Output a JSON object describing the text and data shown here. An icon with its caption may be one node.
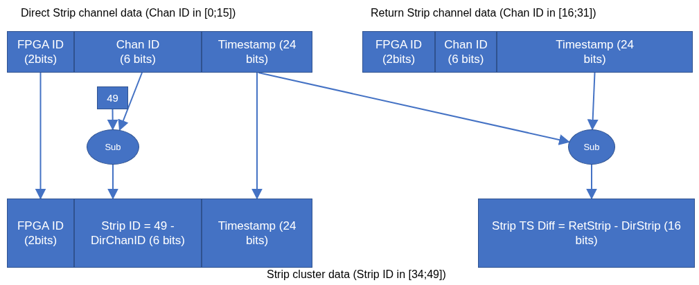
{
  "diagram": {
    "nodes": [
      {
        "text": [
          "FPGA ID (2bits)"
        ]
      },
      {
        "text": [
          "Chan ID (6 bits)"
        ]
      },
      {
        "text": [
          "Timestamp (24 bits)"
        ]
      },
      {
        "text": [
          "FPGA ID (2bits)"
        ]
      },
      {
        "text": [
          "Chan ID (6 bits)"
        ]
      },
      {
        "text": [
          "Timestamp (24 bits)"
        ]
      },
      {
        "text": [
          "49"
        ]
      },
      {
        "text": [
          "Sub"
        ]
      },
      {
        "text": [
          "Sub"
        ]
      },
      {
        "text": [
          "FPGA ID (2bits)"
        ]
      },
      {
        "text": [
          "Strip ID = 49 - DirChanID (6 bits)"
        ]
      },
      {
        "text": [
          "Timestamp (24 bits)"
        ]
      },
      {
        "text": [
          "Strip TS Diff = RetStrip - DirStrip (16 bits)"
        ]
      }
    ],
    "edges": [
      {
        "from": 0,
        "to": 9,
        "arrow": "to"
      },
      {
        "from": 6,
        "to": 7,
        "arrow": "to"
      },
      {
        "from": 1,
        "to": 7,
        "arrow": "to"
      },
      {
        "from": 7,
        "to": 10,
        "arrow": "to"
      },
      {
        "from": 2,
        "to": 11,
        "arrow": "to"
      },
      {
        "from": 2,
        "to": 8,
        "arrow": "to"
      },
      {
        "from": 5,
        "to": 8,
        "arrow": "to"
      },
      {
        "from": 8,
        "to": 12,
        "arrow": "to"
      }
    ],
    "labels": [
      "Direct Strip channel data (Chan ID in [0;15])",
      "Return Strip channel data (Chan ID in [16;31])",
      "Strip cluster data (Strip ID in [34;49])"
    ]
  }
}
